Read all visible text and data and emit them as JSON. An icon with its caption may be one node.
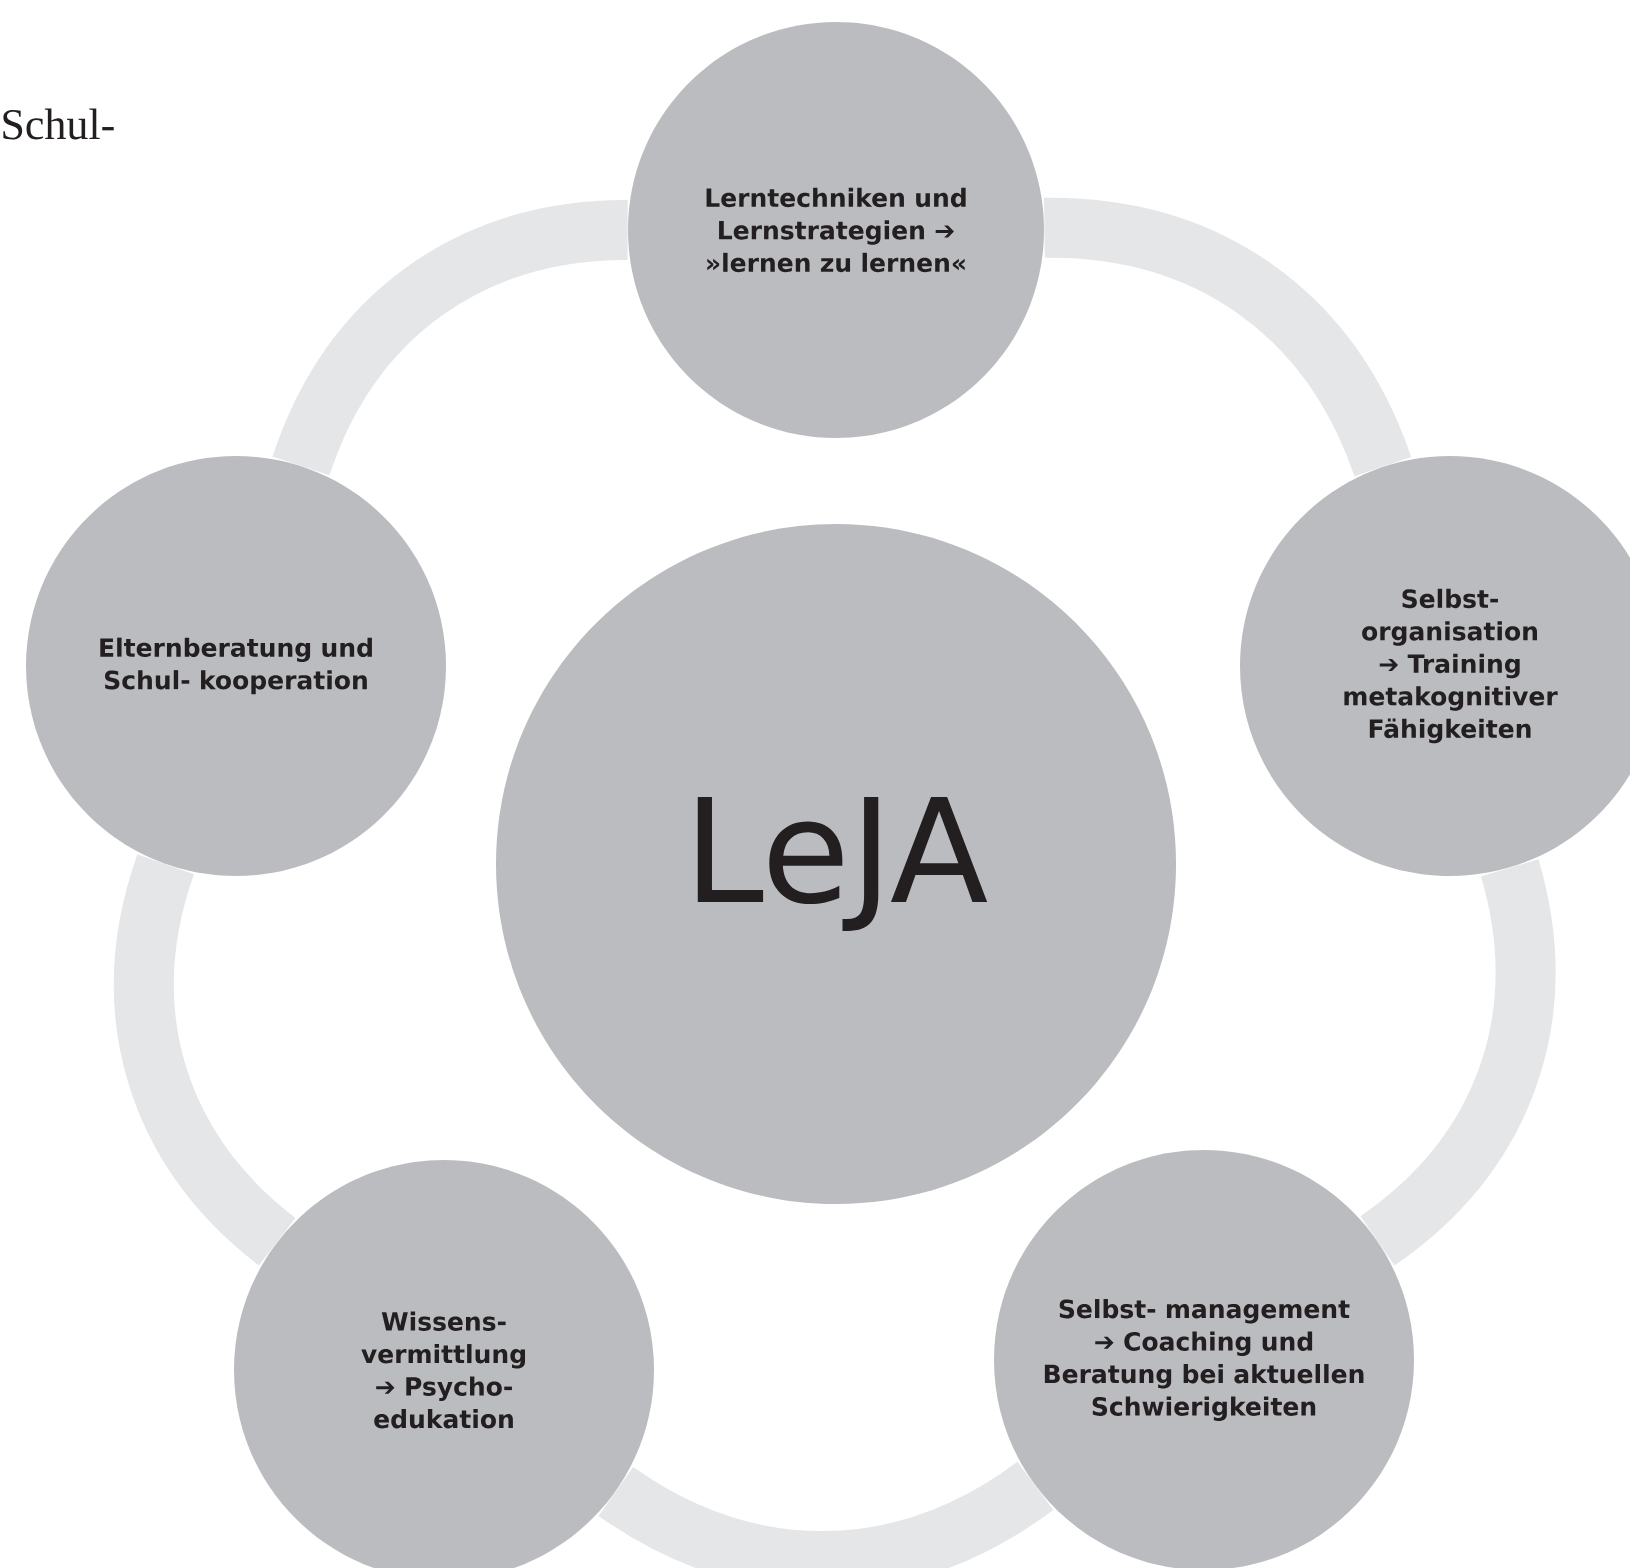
{
  "diagram": {
    "nodes": [
      {
        "text": [
          "LeJA"
        ]
      },
      {
        "text": [
          "Lerntechniken und Lernstrategien ➔ »lernen zu lernen«"
        ]
      },
      {
        "text": [
          "Elternberatung und Schul- kooperation"
        ]
      },
      {
        "text": [
          "Selbst- organisation ➔ Training metakognitiver Fähigkeiten"
        ]
      },
      {
        "text": [
          "Wissens- vermittlung ➔ Psycho- edukation"
        ]
      },
      {
        "text": [
          "Selbst- management ➔ Coaching und Beratung bei aktuellen Schwierigkeiten"
        ]
      }
    ],
    "edges": [
      {
        "from": 1,
        "to": 3,
        "arrow": "none"
      },
      {
        "from": 3,
        "to": 5,
        "arrow": "none"
      },
      {
        "from": 5,
        "to": 4,
        "arrow": "none"
      },
      {
        "from": 4,
        "to": 2,
        "arrow": "none"
      },
      {
        "from": 2,
        "to": 1,
        "arrow": "none"
      }
    ],
    "labels": [
      "Schul-"
    ]
  }
}
